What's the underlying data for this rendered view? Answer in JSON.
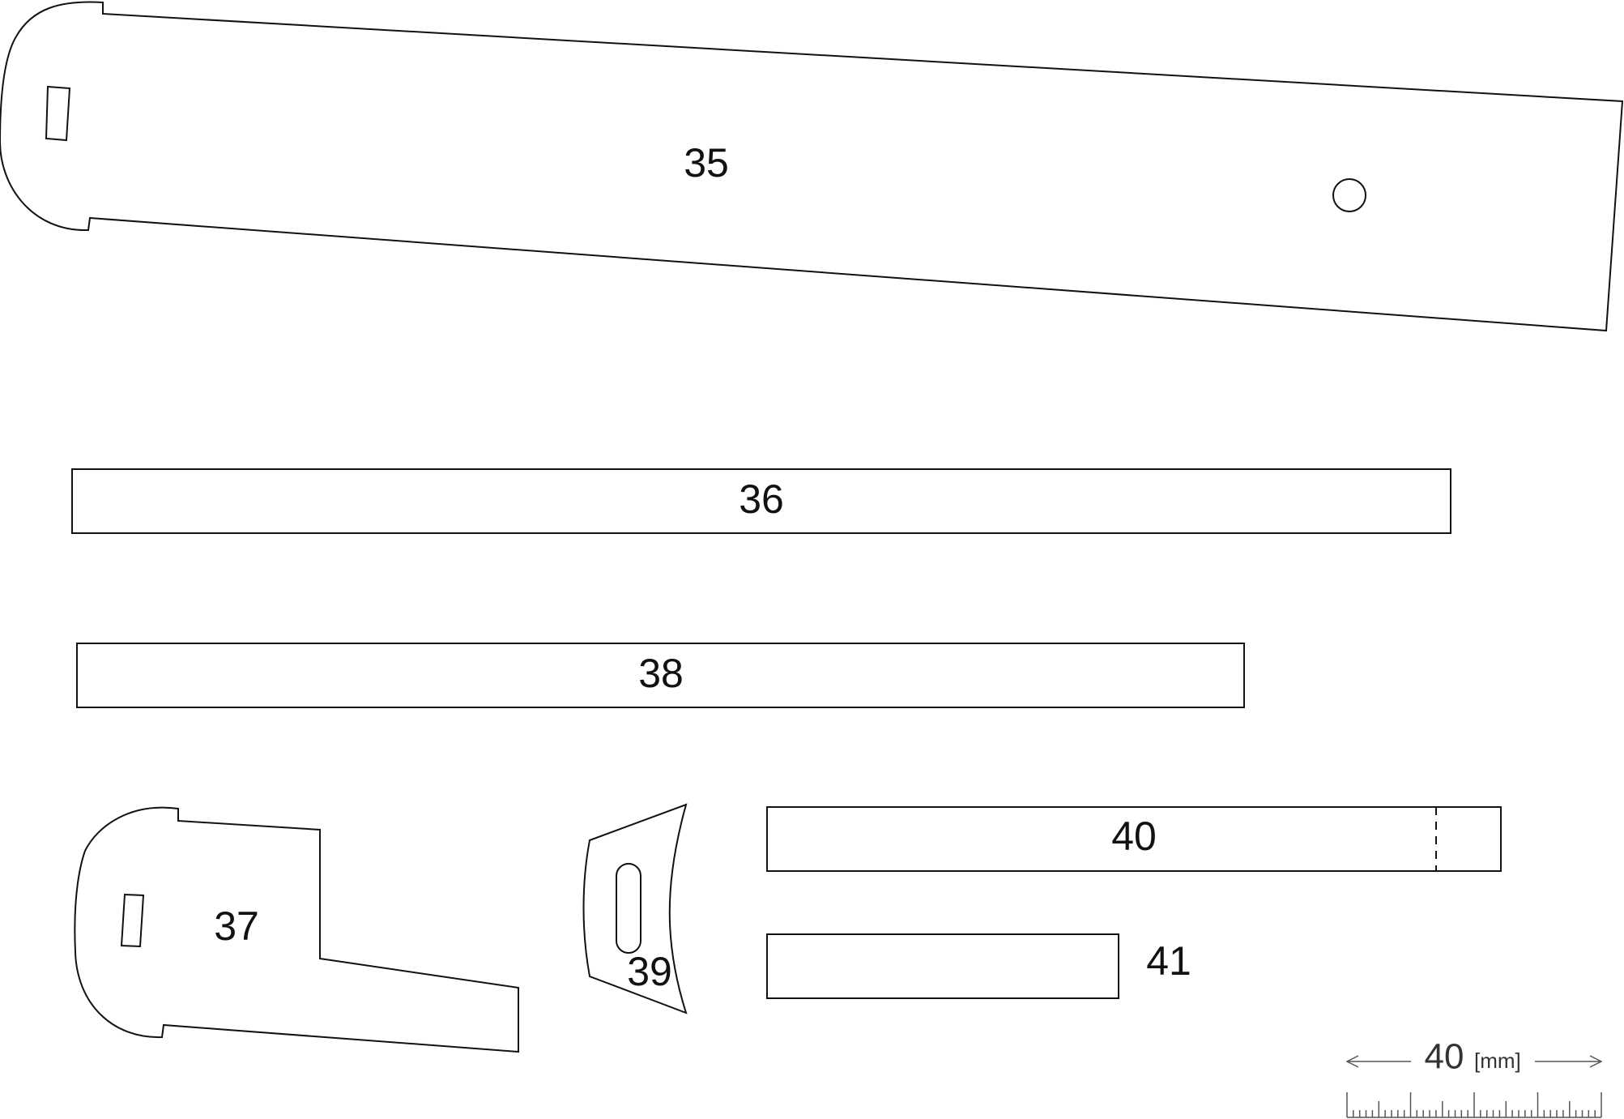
{
  "parts": {
    "p35": "35",
    "p36": "36",
    "p37": "37",
    "p38": "38",
    "p39": "39",
    "p40": "40",
    "p41": "41"
  },
  "scale_bar": {
    "value": "40",
    "unit": "[mm]"
  }
}
